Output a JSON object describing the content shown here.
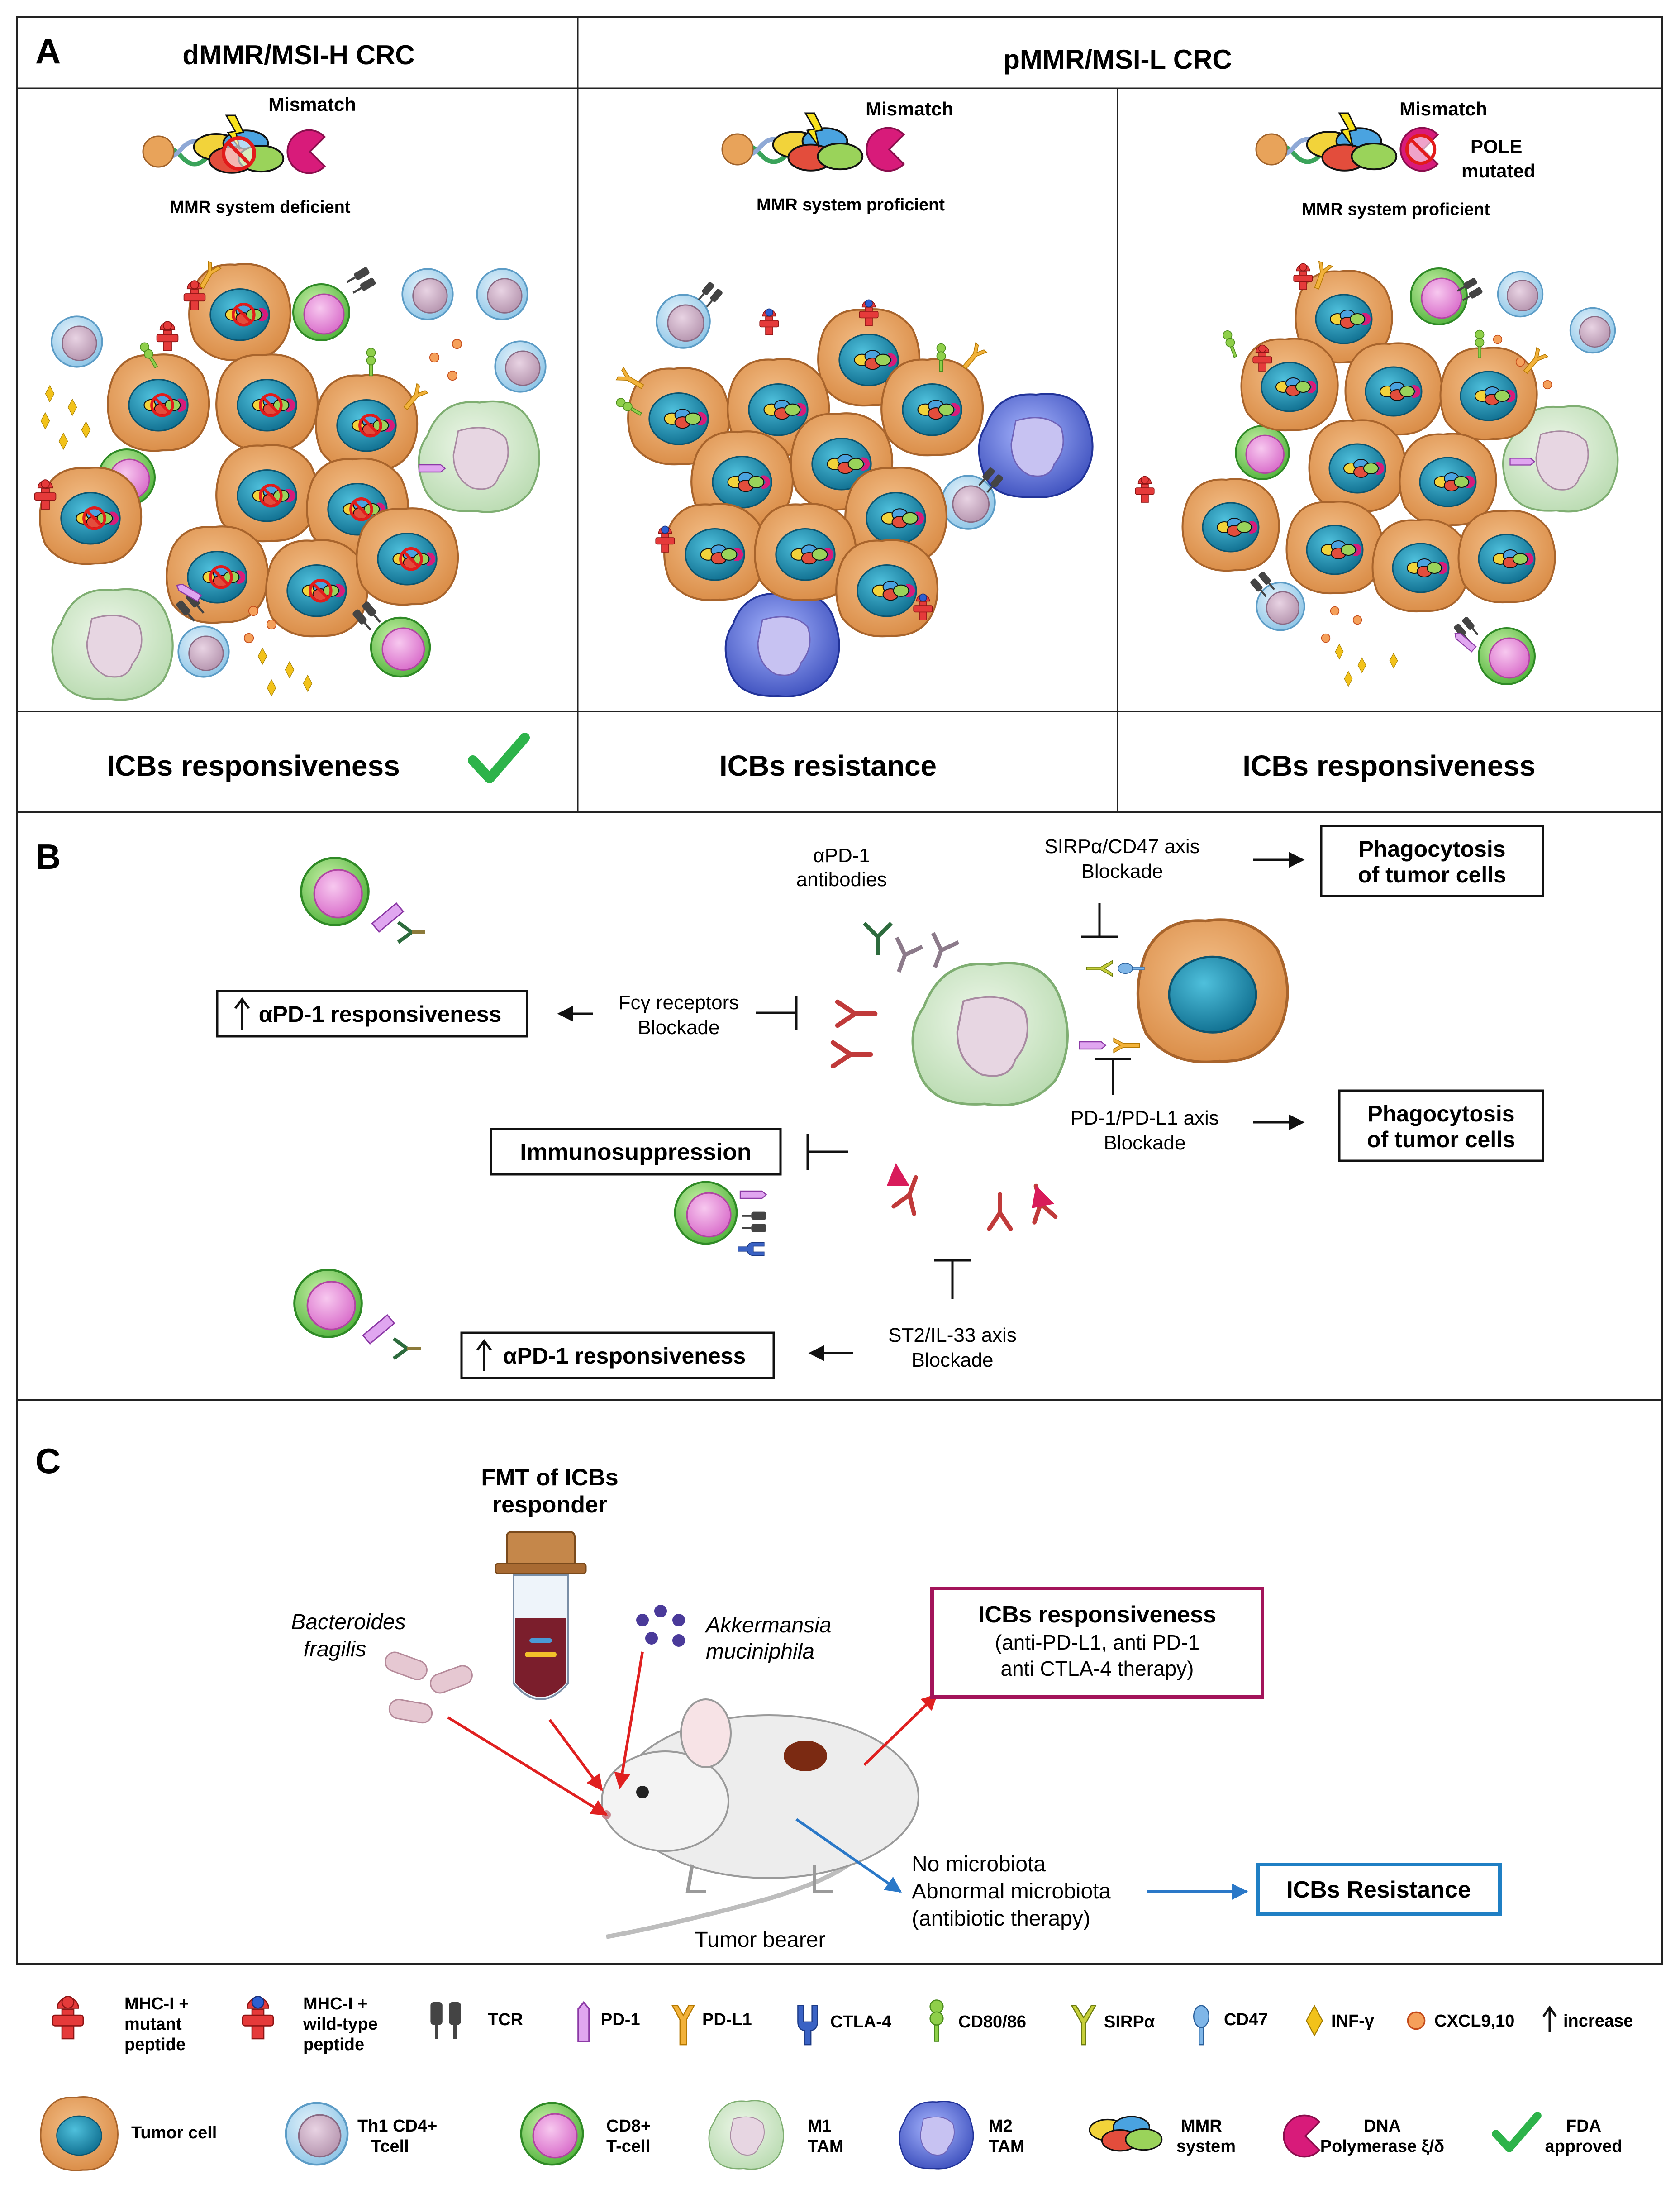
{
  "panel_a": {
    "letter": "A",
    "header_left": "dMMR/MSI-H CRC",
    "header_right": "pMMR/MSI-L CRC",
    "mismatch": "Mismatch",
    "col1_mmr": "MMR system deficient",
    "col2_mmr": "MMR system proficient",
    "col3_mmr": "MMR system proficient",
    "pole_line1": "POLE",
    "pole_line2": "mutated",
    "outcome1": "ICBs  responsiveness",
    "outcome2": "ICBs resistance",
    "outcome3": "ICBs responsiveness"
  },
  "panel_b": {
    "letter": "B",
    "apd1_line1": "αPD-1",
    "apd1_line2": "antibodies",
    "sirp_line1": "SIRPα/CD47 axis",
    "sirp_line2": "Blockade",
    "phago1_line1": "Phagocytosis",
    "phago1_line2": "of tumor cells",
    "fcy_line1": "Fcγ receptors",
    "fcy_line2": "Blockade",
    "resp_top": "αPD-1 responsiveness",
    "pd1_line1": "PD-1/PD-L1 axis",
    "pd1_line2": "Blockade",
    "phago2_line1": "Phagocytosis",
    "phago2_line2": "of tumor cells",
    "immunosuppression": "Immunosuppression",
    "st2_line1": "ST2/IL-33 axis",
    "st2_line2": "Blockade",
    "resp_bottom": "αPD-1 responsiveness"
  },
  "panel_c": {
    "letter": "C",
    "fmt_line1": "FMT of ICBs",
    "fmt_line2": "responder",
    "bacteroides_line1": "Bacteroides",
    "bacteroides_line2": "fragilis",
    "akk_line1": "Akkermansia",
    "akk_line2": "muciniphila",
    "resp_title": "ICBs responsiveness",
    "resp_line2": "(anti-PD-L1, anti PD-1",
    "resp_line3": "anti CTLA-4 therapy)",
    "nomicro_line1": "No microbiota",
    "nomicro_line2": "Abnormal microbiota",
    "nomicro_line3": "(antibiotic therapy)",
    "resistance": "ICBs Resistance",
    "tumor_bearer": "Tumor bearer"
  },
  "legend": {
    "row1": [
      {
        "id": "mhc-mutant",
        "line1": "MHC-I +",
        "line2": "mutant",
        "line3": "peptide"
      },
      {
        "id": "mhc-wild",
        "line1": "MHC-I +",
        "line2": "wild-type",
        "line3": "peptide"
      },
      {
        "id": "tcr",
        "line1": "TCR"
      },
      {
        "id": "pd1",
        "line1": "PD-1"
      },
      {
        "id": "pdl1",
        "line1": "PD-L1"
      },
      {
        "id": "ctla4",
        "line1": "CTLA-4"
      },
      {
        "id": "cd80",
        "line1": "CD80/86"
      },
      {
        "id": "sirpa",
        "line1": "SIRPα"
      },
      {
        "id": "cd47",
        "line1": "CD47"
      },
      {
        "id": "infg",
        "line1": "INF-γ"
      },
      {
        "id": "cxcl",
        "line1": "CXCL9,10"
      },
      {
        "id": "increase",
        "line1": "increase"
      }
    ],
    "row2": [
      {
        "id": "tumor",
        "line1": "Tumor cell"
      },
      {
        "id": "th1",
        "line1": "Th1 CD4+",
        "line2": "Tcell"
      },
      {
        "id": "cd8",
        "line1": "CD8+",
        "line2": "T-cell"
      },
      {
        "id": "m1",
        "line1": "M1",
        "line2": "TAM"
      },
      {
        "id": "m2",
        "line1": "M2",
        "line2": "TAM"
      },
      {
        "id": "mmr",
        "line1": "MMR",
        "line2": "system"
      },
      {
        "id": "dnapol",
        "line1": "DNA",
        "line2": "Polymerase ξ/δ"
      },
      {
        "id": "fda",
        "line1": "FDA",
        "line2": "approved"
      }
    ]
  },
  "colors": {
    "tumor": "#e9a96a",
    "nucleus": "#1f93b3",
    "th1": "#b9dcf0",
    "cd8": "#7fcf5a",
    "m1": "#cfe6c9",
    "m2": "#5a6fd8",
    "red_arrow": "#e02020",
    "blue_arrow": "#2a78c8",
    "resp_box": "#a3145a",
    "resist_box": "#1f7fc4",
    "check": "#2db34a"
  }
}
